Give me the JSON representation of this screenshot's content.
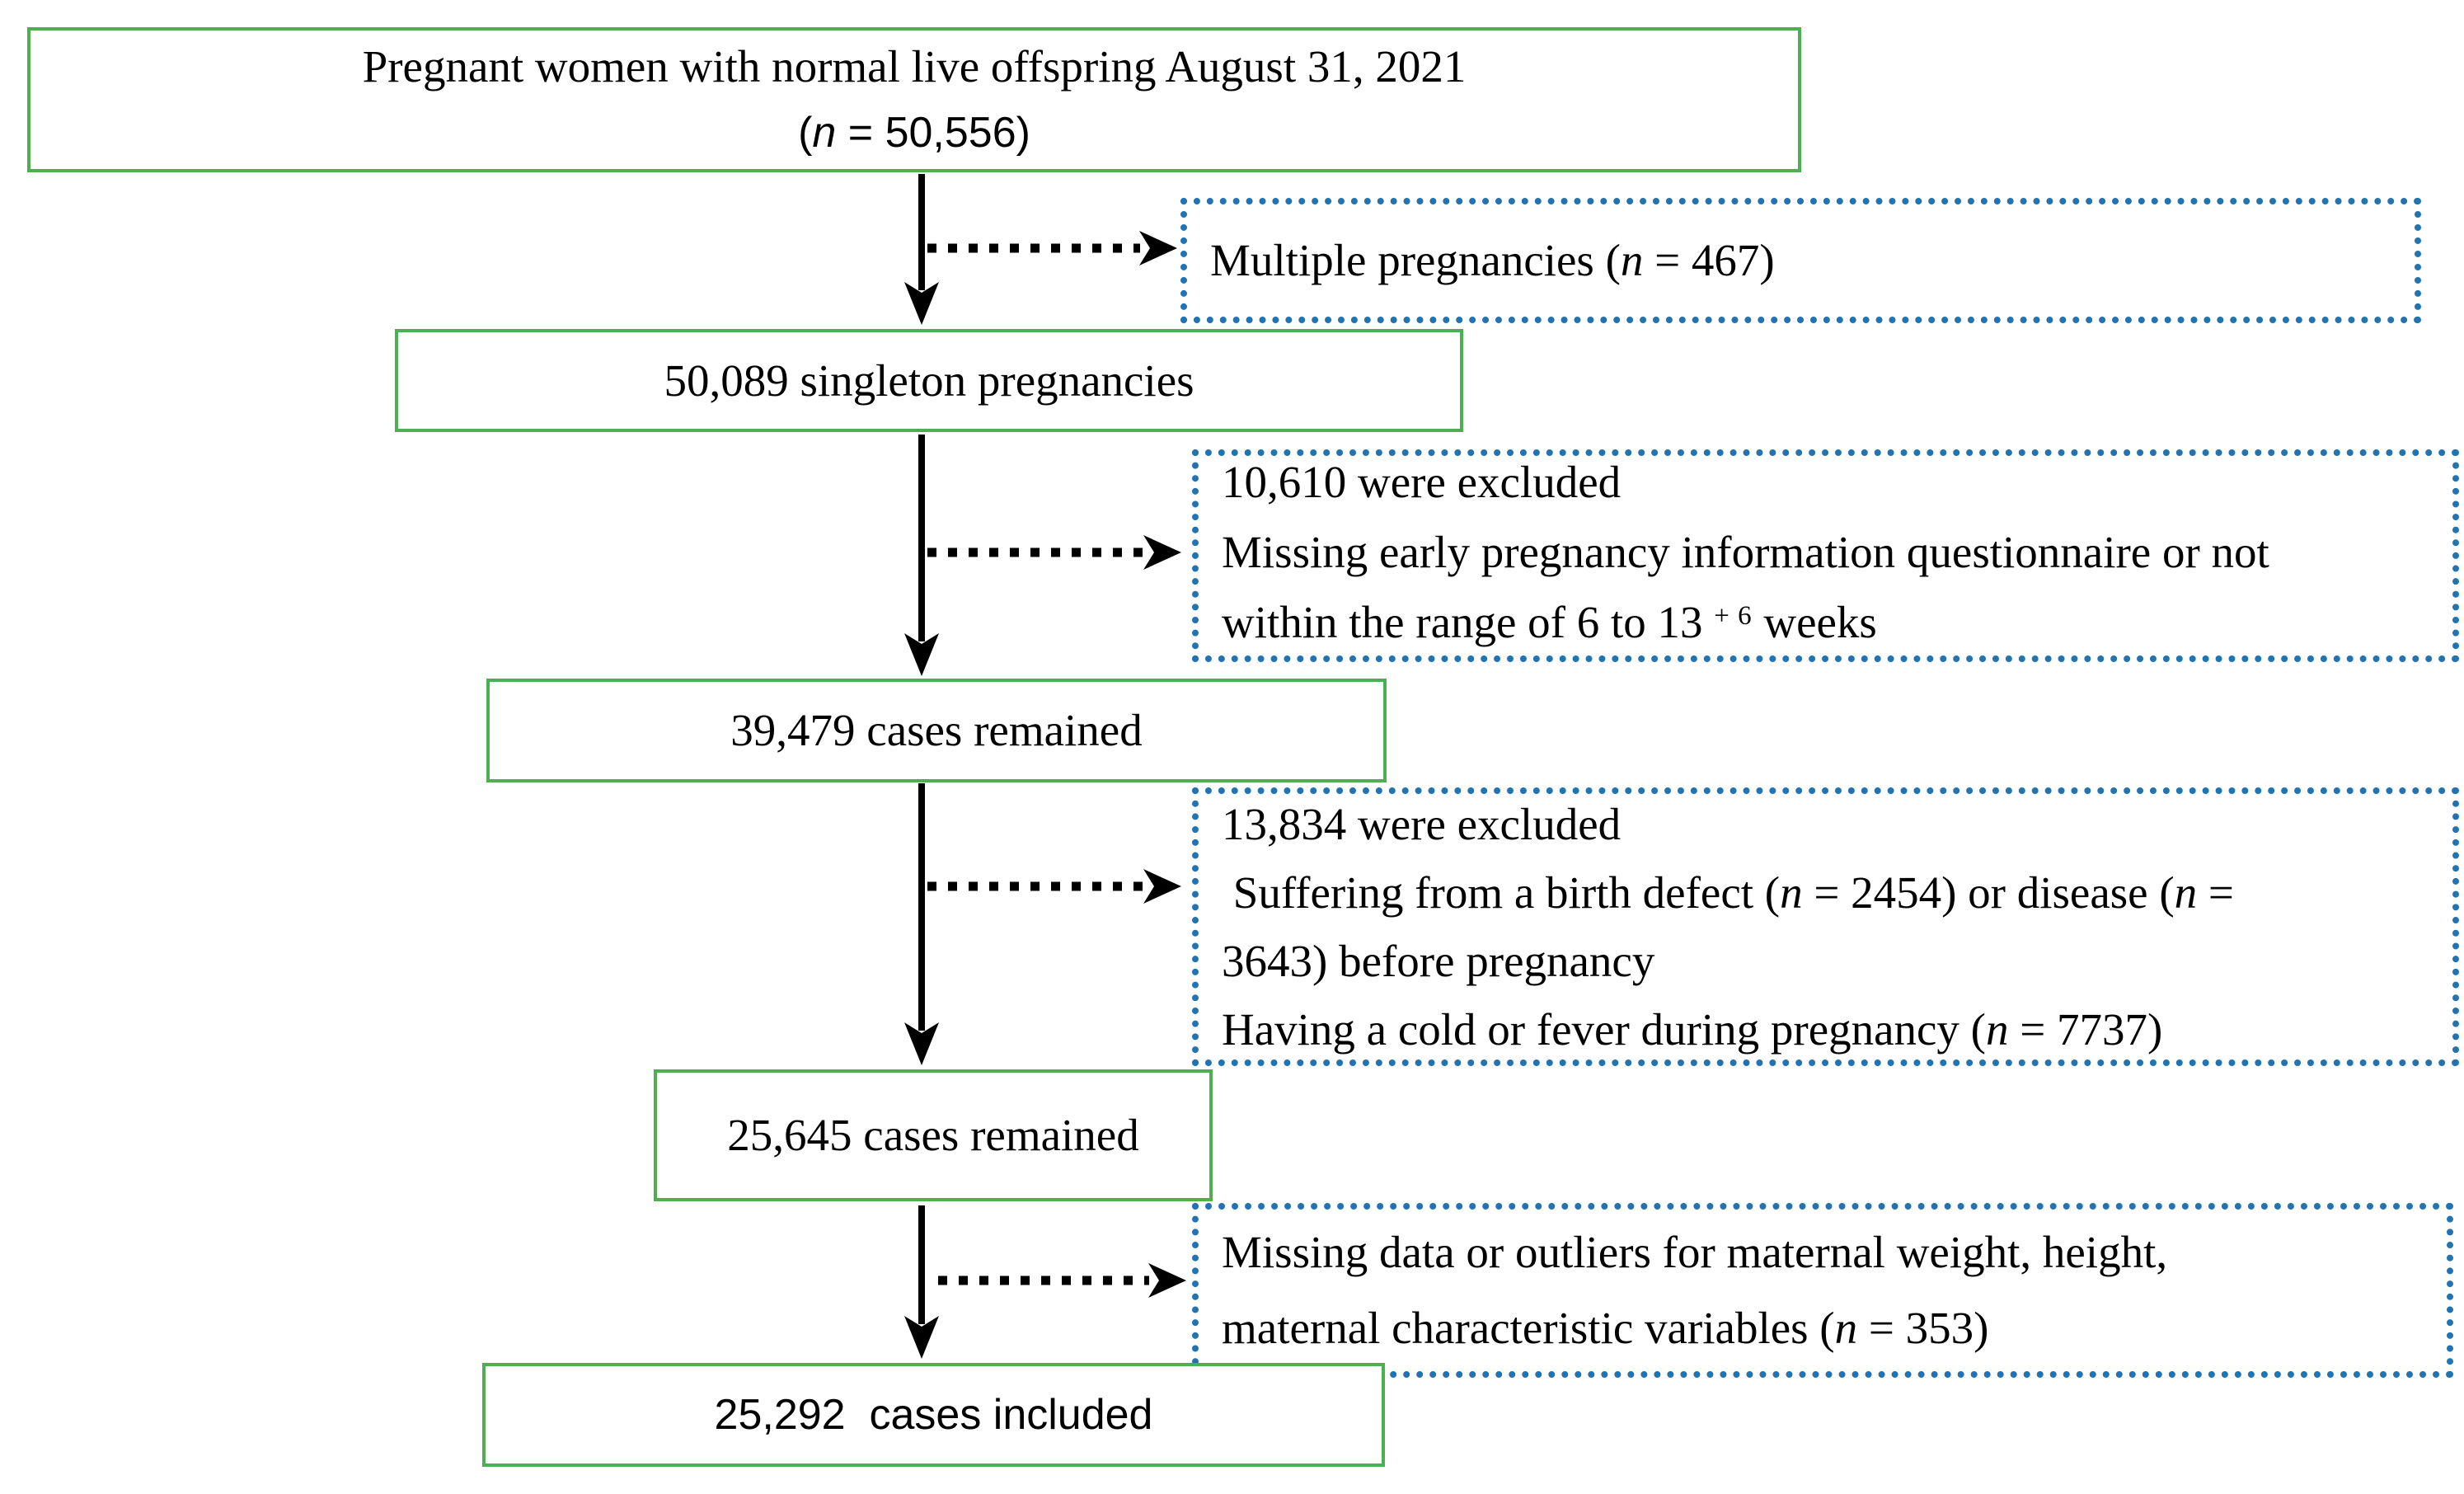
{
  "colors": {
    "included_box_border": "#4CAF50",
    "excluded_box_border": "#2273B2",
    "arrow": "#000000",
    "text": "#000000",
    "background": "#FFFFFF"
  },
  "flow": {
    "nodes": {
      "population": {
        "lines": [
          [
            {
              "t": "Pregnant women with normal live offspring August 31, 2021"
            }
          ],
          [
            {
              "t": "("
            },
            {
              "i": "n"
            },
            {
              "t": " = 50,556)"
            }
          ]
        ]
      },
      "singleton": {
        "lines": [
          [
            {
              "t": "50,089 singleton pregnancies"
            }
          ]
        ]
      },
      "remained_39479": {
        "lines": [
          [
            {
              "t": "39,479 cases remained"
            }
          ]
        ]
      },
      "remained_25645": {
        "lines": [
          [
            {
              "t": "25,645 cases remained"
            }
          ]
        ]
      },
      "included": {
        "lines": [
          [
            {
              "t": "25,292  cases included"
            }
          ]
        ]
      }
    },
    "exclusions": {
      "multiple": {
        "lines": [
          [
            {
              "t": "Multiple pregnancies ("
            },
            {
              "i": "n"
            },
            {
              "t": " = 467)"
            }
          ]
        ]
      },
      "early_info": {
        "lines": [
          [
            {
              "t": "10,610 were excluded"
            }
          ],
          [
            {
              "t": "Missing early pregnancy information questionnaire or not"
            }
          ],
          [
            {
              "t": "within the range of 6 to 13 "
            },
            {
              "s": "+ 6"
            },
            {
              "t": " weeks"
            }
          ]
        ]
      },
      "defect_disease": {
        "lines": [
          [
            {
              "t": "13,834 were excluded"
            }
          ],
          [
            {
              "t": " Suffering from a birth defect ("
            },
            {
              "i": "n"
            },
            {
              "t": " = 2454) or disease ("
            },
            {
              "i": "n"
            },
            {
              "t": " ="
            }
          ],
          [
            {
              "t": "3643) before pregnancy"
            }
          ],
          [
            {
              "t": "Having a cold or fever during pregnancy ("
            },
            {
              "i": "n"
            },
            {
              "t": " = 7737)"
            }
          ]
        ]
      },
      "missing_vars": {
        "lines": [
          [
            {
              "t": "Missing data or outliers for maternal weight, height,"
            }
          ],
          [
            {
              "t": "maternal characteristic variables ("
            },
            {
              "i": "n"
            },
            {
              "t": " = 353)"
            }
          ]
        ]
      }
    }
  }
}
